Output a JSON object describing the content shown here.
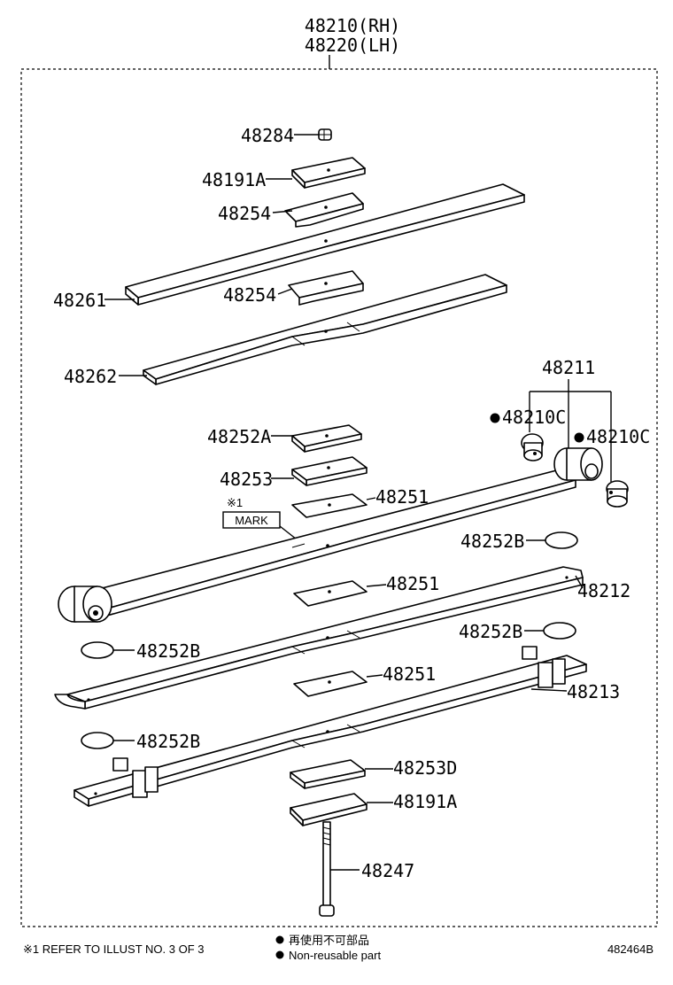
{
  "assembly": {
    "rh": "48210(RH)",
    "lh": "48220(LH)"
  },
  "parts": {
    "p48284": "48284",
    "p48191A_top": "48191A",
    "p48254_a": "48254",
    "p48261": "48261",
    "p48254_b": "48254",
    "p48262": "48262",
    "p48211": "48211",
    "p48210C_left": "48210C",
    "p48210C_right": "48210C",
    "p48252A": "48252A",
    "p48253": "48253",
    "p48251_a": "48251",
    "p48252B_a": "48252B",
    "p48251_b": "48251",
    "p48212": "48212",
    "p48252B_b": "48252B",
    "p48252B_c": "48252B",
    "p48251_c": "48251",
    "p48213": "48213",
    "p48252B_d": "48252B",
    "p48253D": "48253D",
    "p48191A_bottom": "48191A",
    "p48247": "48247"
  },
  "annotations": {
    "ref_mark": "※1",
    "mark_box": "MARK"
  },
  "footer": {
    "reference_note": "※1 REFER TO ILLUST NO. 3 OF 3",
    "non_reusable_jp": "再使用不可部品",
    "non_reusable_en": "Non-reusable part",
    "illustration_no": "482464B"
  }
}
